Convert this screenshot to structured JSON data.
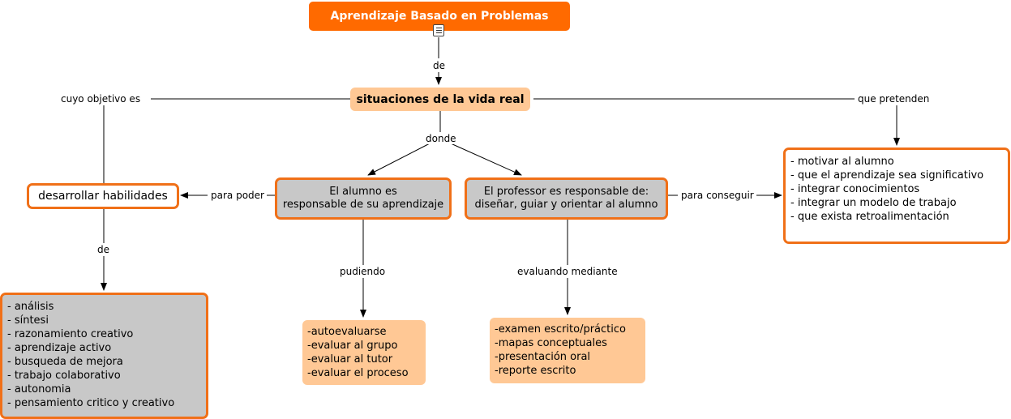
{
  "nodes": {
    "title": "Aprendizaje Basado en Problemas",
    "situaciones": "situaciones de la vida real",
    "alumno": [
      "El alumno es",
      "responsable de su aprendizaje"
    ],
    "profesor": [
      "El professor es responsable de:",
      "diseñar, guiar y orientar al alumno"
    ],
    "habilidades": "desarrollar habilidades",
    "objetivos_list": [
      "- motivar al alumno",
      "- que el aprendizaje sea significativo",
      "- integrar conocimientos",
      "- integrar un modelo de trabajo",
      "- que exista retroalimentación"
    ],
    "habilidades_list": [
      "- análisis",
      "- síntesi",
      "- razonamiento creativo",
      "- aprendizaje activo",
      "- busqueda de mejora",
      "- trabajo colaborativo",
      "- autonomia",
      "- pensamiento critico y creativo"
    ],
    "pudiendo_list": [
      "-autoevaluarse",
      "-evaluar al grupo",
      "-evaluar al tutor",
      "-evaluar el proceso"
    ],
    "evaluando_list": [
      "-examen escrito/práctico",
      "-mapas conceptuales",
      "-presentación oral",
      "-reporte escrito"
    ]
  },
  "labels": {
    "de_top": "de",
    "cuyo_objetivo": "cuyo objetivo es",
    "que_pretenden": "que pretenden",
    "donde": "donde",
    "para_poder": "para poder",
    "para_conseguir": "para conseguir",
    "de_left": "de",
    "pudiendo": "pudiendo",
    "evaluando": "evaluando mediante"
  },
  "icons": {
    "resource": "document-icon"
  },
  "colors": {
    "accent": "#f07018",
    "title_bg": "#ff6a00",
    "peach": "#ffc895",
    "gray": "#c8c8c8"
  }
}
